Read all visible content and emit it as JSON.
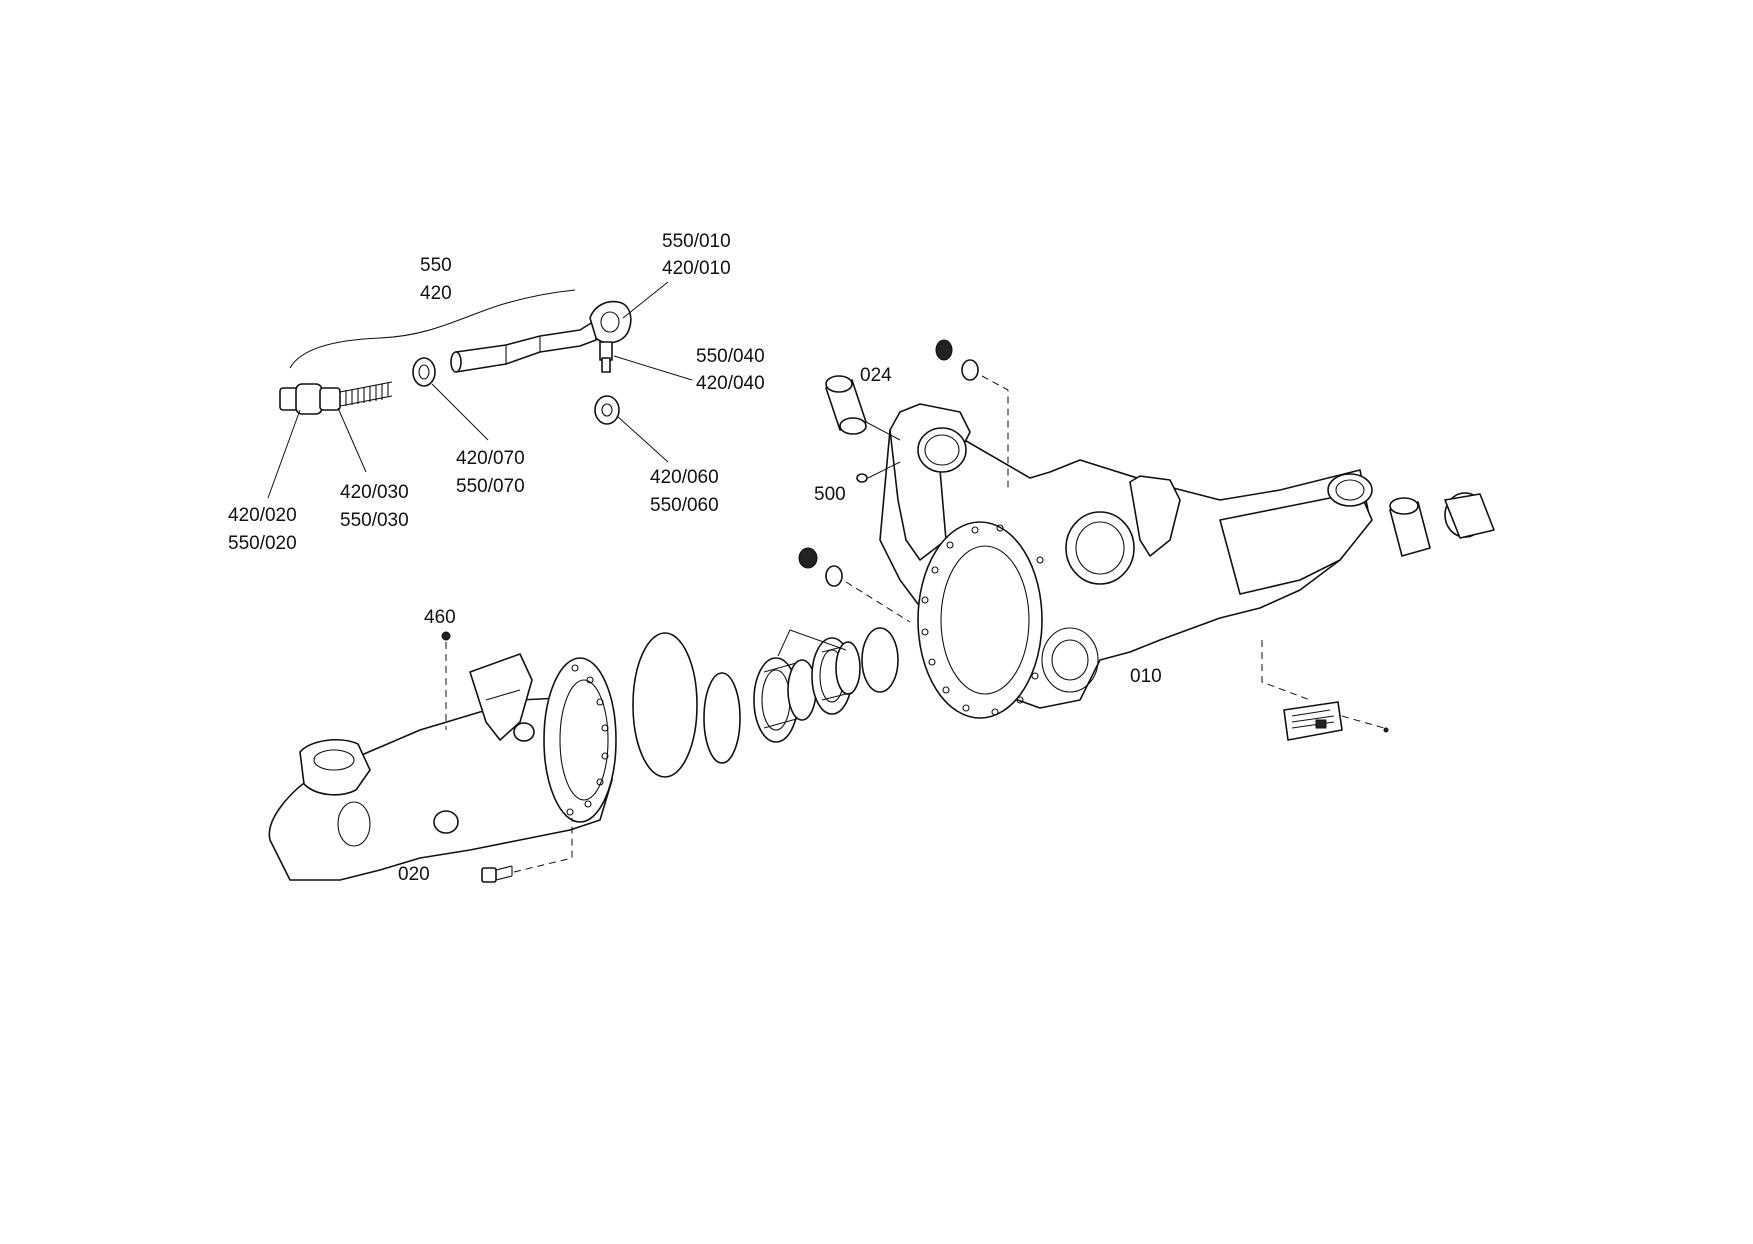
{
  "diagram": {
    "callouts": [
      {
        "id": "c550",
        "lines": [
          "550",
          "420"
        ]
      },
      {
        "id": "c550_010",
        "lines": [
          "550/010",
          "420/010"
        ]
      },
      {
        "id": "c550_040",
        "lines": [
          "550/040",
          "420/040"
        ]
      },
      {
        "id": "c420_060",
        "lines": [
          "420/060",
          "550/060"
        ]
      },
      {
        "id": "c420_070",
        "lines": [
          "420/070",
          "550/070"
        ]
      },
      {
        "id": "c420_030",
        "lines": [
          "420/030",
          "550/030"
        ]
      },
      {
        "id": "c420_020",
        "lines": [
          "420/020",
          "550/020"
        ]
      },
      {
        "id": "c024",
        "lines": [
          "024"
        ]
      },
      {
        "id": "c500",
        "lines": [
          "500"
        ]
      },
      {
        "id": "c460",
        "lines": [
          "460"
        ]
      },
      {
        "id": "c010",
        "lines": [
          "010"
        ]
      },
      {
        "id": "c020",
        "lines": [
          "020"
        ]
      }
    ]
  }
}
